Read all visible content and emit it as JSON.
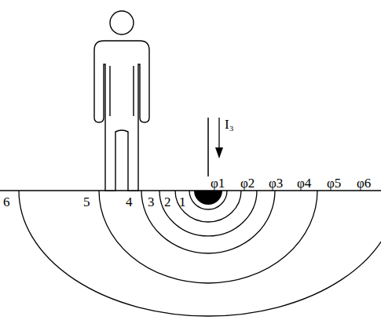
{
  "diagram": {
    "labels": [
      "6",
      "5",
      "4",
      "3",
      "2",
      "1",
      "I₃",
      "φ1",
      "φ2",
      "φ3",
      "φ4",
      "φ5",
      "φ6"
    ]
  }
}
